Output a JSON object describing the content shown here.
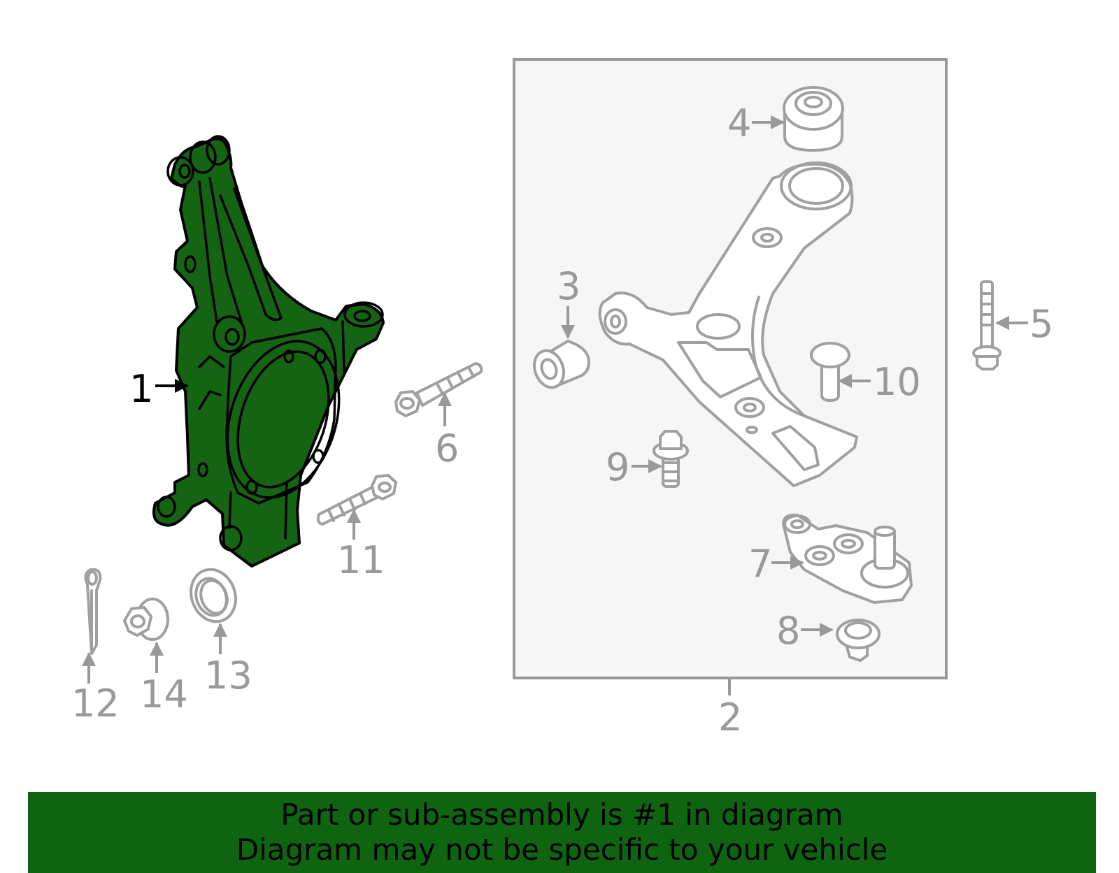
{
  "callouts": [
    {
      "id": "1",
      "text": "1"
    },
    {
      "id": "2",
      "text": "2"
    },
    {
      "id": "3",
      "text": "3"
    },
    {
      "id": "4",
      "text": "4"
    },
    {
      "id": "5",
      "text": "5"
    },
    {
      "id": "6",
      "text": "6"
    },
    {
      "id": "7",
      "text": "7"
    },
    {
      "id": "8",
      "text": "8"
    },
    {
      "id": "9",
      "text": "9"
    },
    {
      "id": "10",
      "text": "10"
    },
    {
      "id": "11",
      "text": "11"
    },
    {
      "id": "12",
      "text": "12"
    },
    {
      "id": "13",
      "text": "13"
    },
    {
      "id": "14",
      "text": "14"
    }
  ],
  "banner": {
    "line1": "Part or sub-assembly is #1 in diagram",
    "line2": "Diagram may not be specific to your vehicle"
  },
  "colors": {
    "highlight": "#146414",
    "banner": "#0e6410",
    "part_outline": "#a0a0a0",
    "group_box": "#f6f6f6"
  }
}
